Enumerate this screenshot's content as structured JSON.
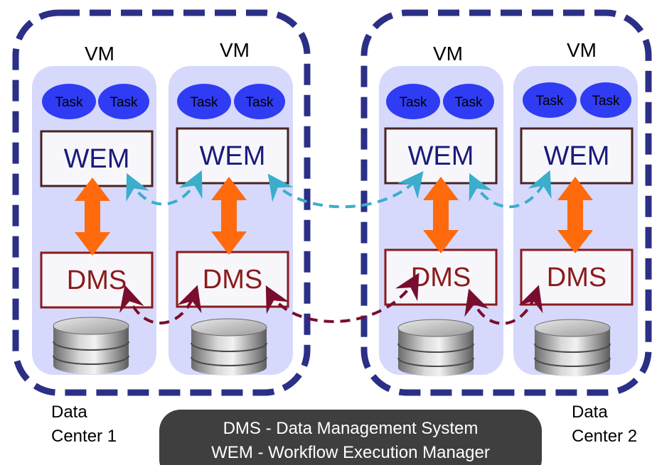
{
  "vms": [
    {
      "label": "VM",
      "tasks": [
        "Task",
        "Task"
      ],
      "wem": "WEM",
      "dms": "DMS",
      "storage_icon": "database-icon"
    },
    {
      "label": "VM",
      "tasks": [
        "Task",
        "Task"
      ],
      "wem": "WEM",
      "dms": "DMS",
      "storage_icon": "database-icon"
    },
    {
      "label": "VM",
      "tasks": [
        "Task",
        "Task"
      ],
      "wem": "WEM",
      "dms": "DMS",
      "storage_icon": "database-icon"
    },
    {
      "label": "VM",
      "tasks": [
        "Task",
        "Task"
      ],
      "wem": "WEM",
      "dms": "DMS",
      "storage_icon": "database-icon"
    }
  ],
  "datacenters": [
    {
      "line1": "Data",
      "line2": "Center 1"
    },
    {
      "line1": "Data",
      "line2": "Center 2"
    }
  ],
  "legend": {
    "line1": "DMS - Data Management System",
    "line2": "WEM - Workflow Execution Manager"
  },
  "colors": {
    "datacenter_border": "#2b2f86",
    "vm_fill": "#d6d9fb",
    "task_fill": "#2f3cf3",
    "wem_text": "#1a1a7a",
    "wem_border": "#4a2323",
    "dms_text": "#8b1a1a",
    "dms_border": "#8b1a1a",
    "double_arrow": "#ff6a0d",
    "wem_link": "#3aaecb",
    "dms_link": "#7a0d2e",
    "legend_fill": "#3f3f3f"
  }
}
